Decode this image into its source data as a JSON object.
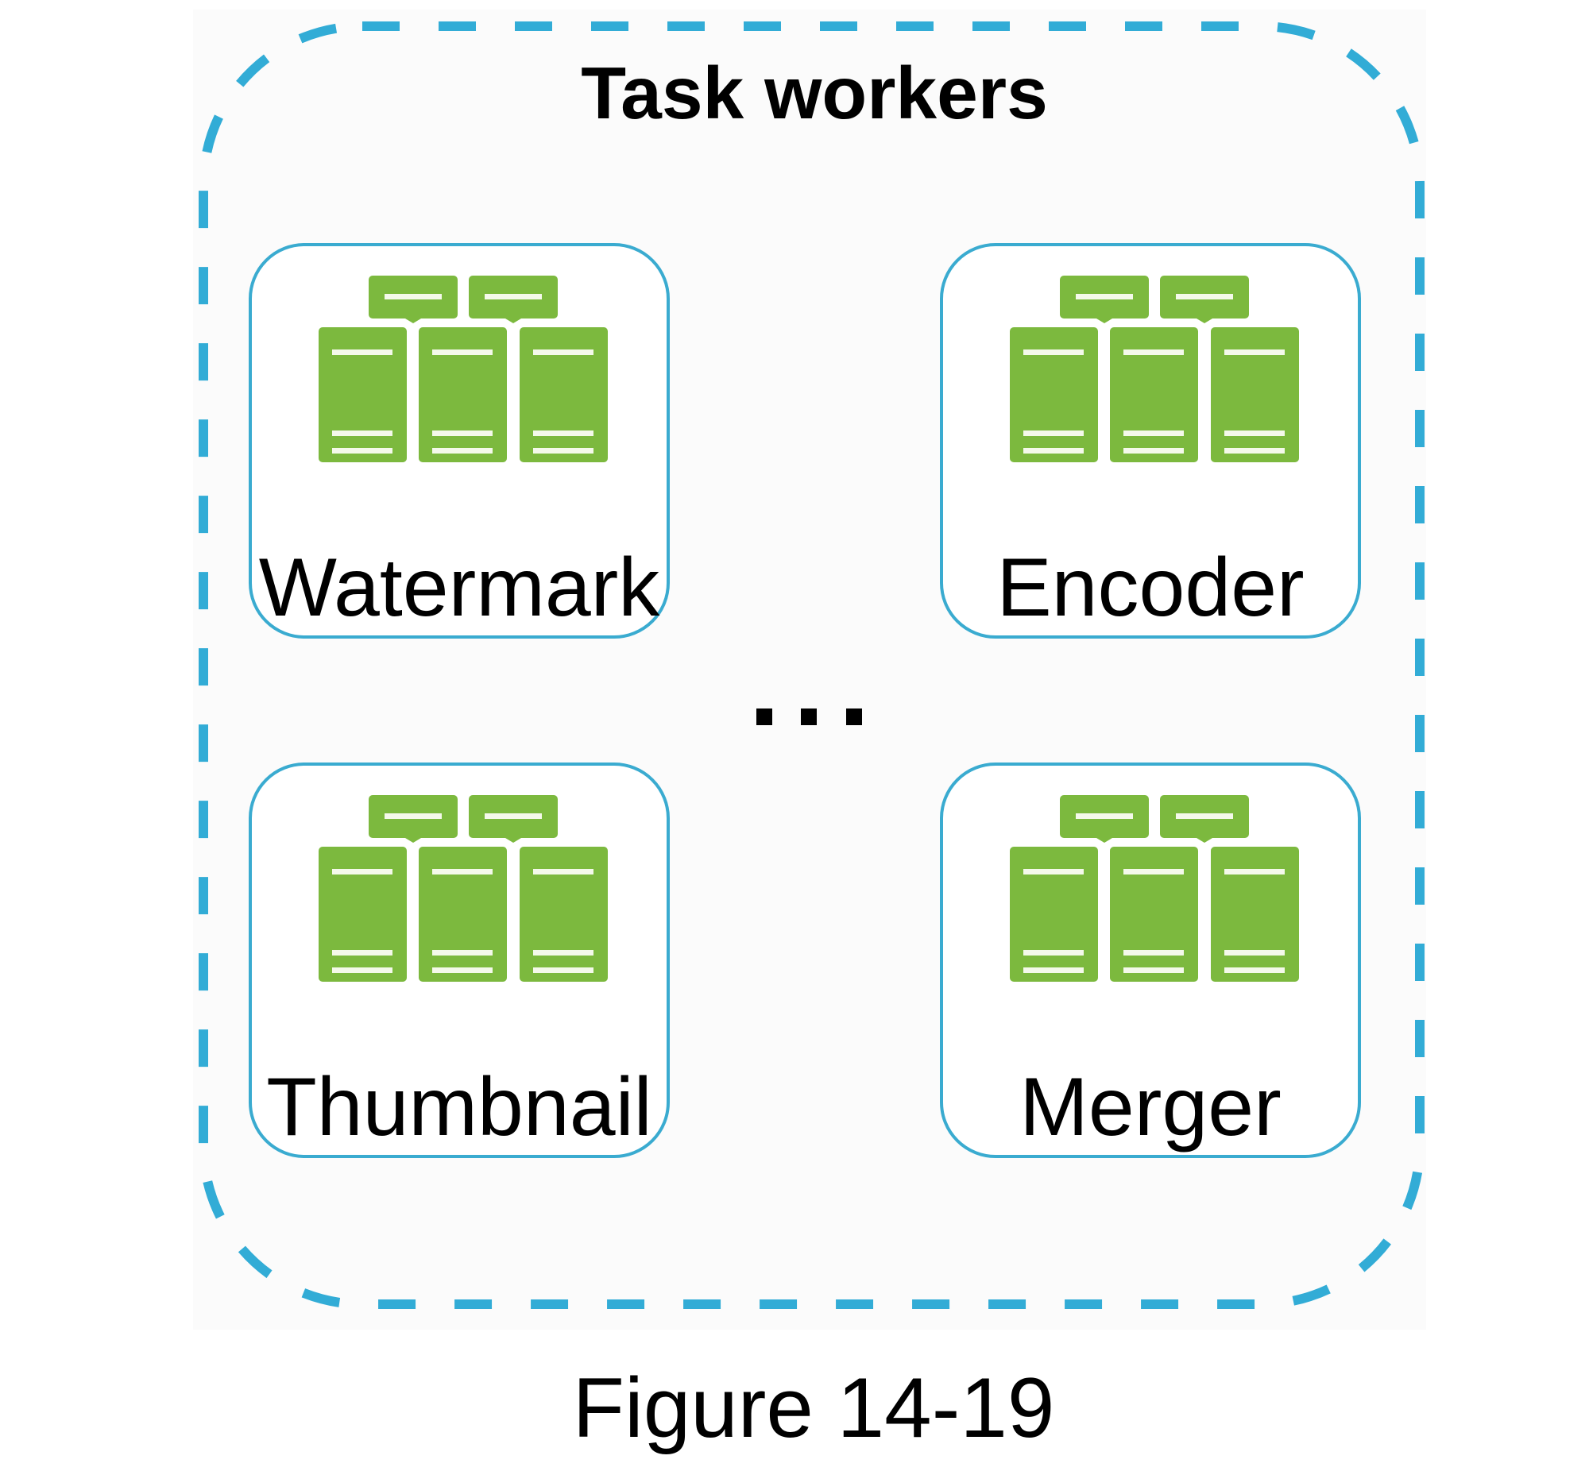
{
  "diagram": {
    "title": "Task workers",
    "caption": "Figure 14-19",
    "ellipsis": "...",
    "workers": [
      {
        "label": "Watermark",
        "icon": "server-cluster-icon"
      },
      {
        "label": "Encoder",
        "icon": "server-cluster-icon"
      },
      {
        "label": "Thumbnail",
        "icon": "server-cluster-icon"
      },
      {
        "label": "Merger",
        "icon": "server-cluster-icon"
      }
    ],
    "colors": {
      "group_border": "#32acd6",
      "worker_border": "#3aabd0",
      "server_green": "#7cb93e",
      "text": "#000000"
    }
  }
}
